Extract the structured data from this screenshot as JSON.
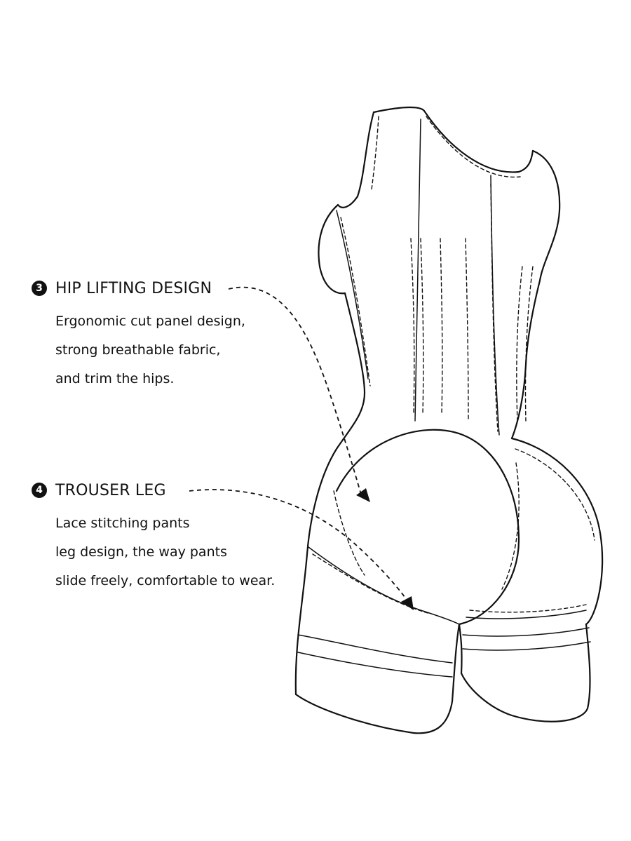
{
  "features": [
    {
      "number": "3",
      "title": "HIP LIFTING DESIGN",
      "lines": [
        "Ergonomic cut panel design,",
        "strong breathable fabric,",
        "and trim the hips."
      ]
    },
    {
      "number": "4",
      "title": "TROUSER LEG",
      "lines": [
        "Lace stitching pants",
        "leg design, the way pants",
        "slide freely, comfortable to wear."
      ]
    }
  ],
  "colors": {
    "ink": "#111111",
    "background": "#ffffff"
  }
}
